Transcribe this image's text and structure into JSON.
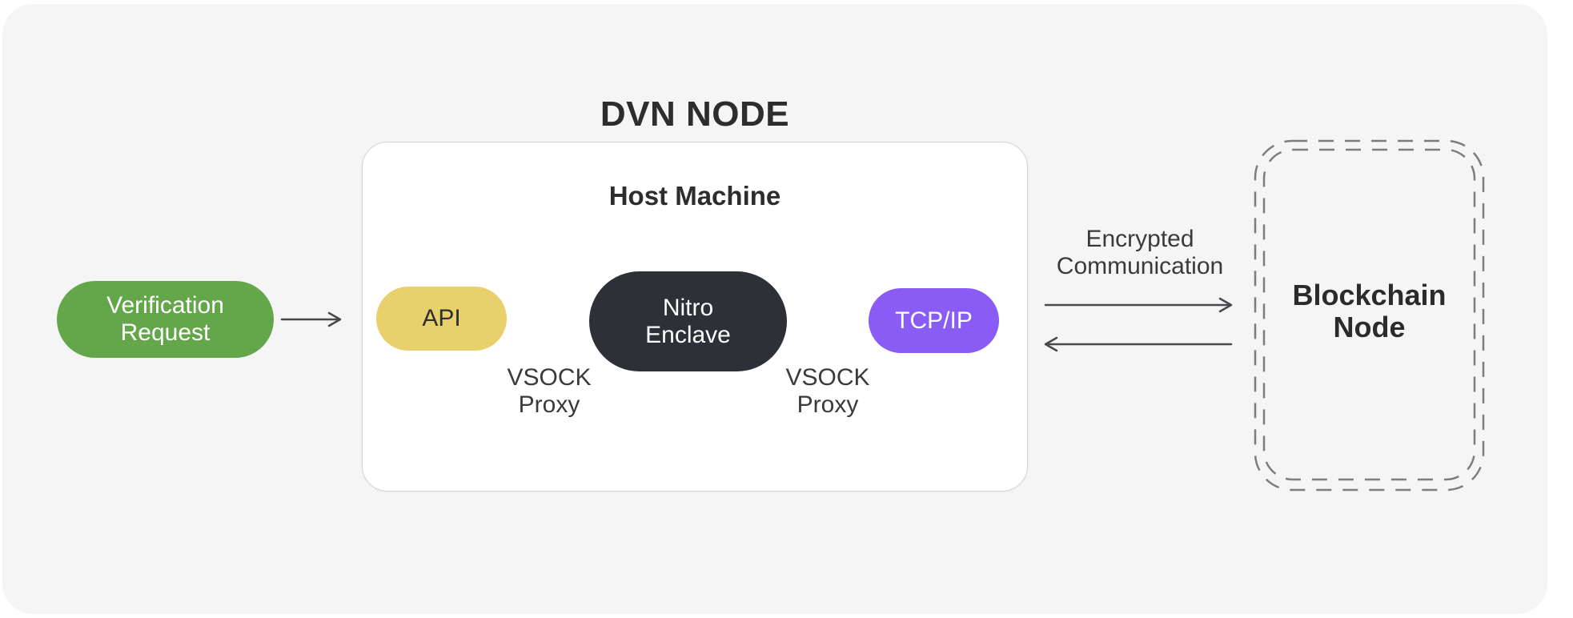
{
  "diagram": {
    "title": "DVN NODE",
    "host_box": {
      "title": "Host Machine"
    },
    "nodes": {
      "verification_request": {
        "lines": [
          "Verification",
          "Request"
        ],
        "color": "#64a74b",
        "text_color": "#ffffff"
      },
      "api": {
        "label": "API",
        "color": "#e8d16c",
        "text_color": "#2d2f33"
      },
      "nitro_enclave": {
        "lines": [
          "Nitro",
          "Enclave"
        ],
        "color": "#2d3036",
        "text_color": "#ffffff"
      },
      "tcp_ip": {
        "label": "TCP/IP",
        "color": "#8a5cf6",
        "text_color": "#ffffff"
      },
      "blockchain_node": {
        "lines": [
          "Blockchain",
          "Node"
        ],
        "border_style": "double-dashed"
      }
    },
    "connector_labels": {
      "vsock_proxy_left": {
        "lines": [
          "VSOCK",
          "Proxy"
        ]
      },
      "vsock_proxy_right": {
        "lines": [
          "VSOCK",
          "Proxy"
        ]
      },
      "encrypted_communication": {
        "lines": [
          "Encrypted",
          "Communication"
        ]
      }
    },
    "colors": {
      "page_bg": "#ffffff",
      "card_bg": "#f5f5f5",
      "host_box_bg": "#ffffff",
      "host_box_border": "#d6d3d1",
      "arrow": "#47494d",
      "dashed_border": "#7d7d7d",
      "title_text": "#2d2d2f",
      "label_text": "#3a3a3c"
    }
  }
}
